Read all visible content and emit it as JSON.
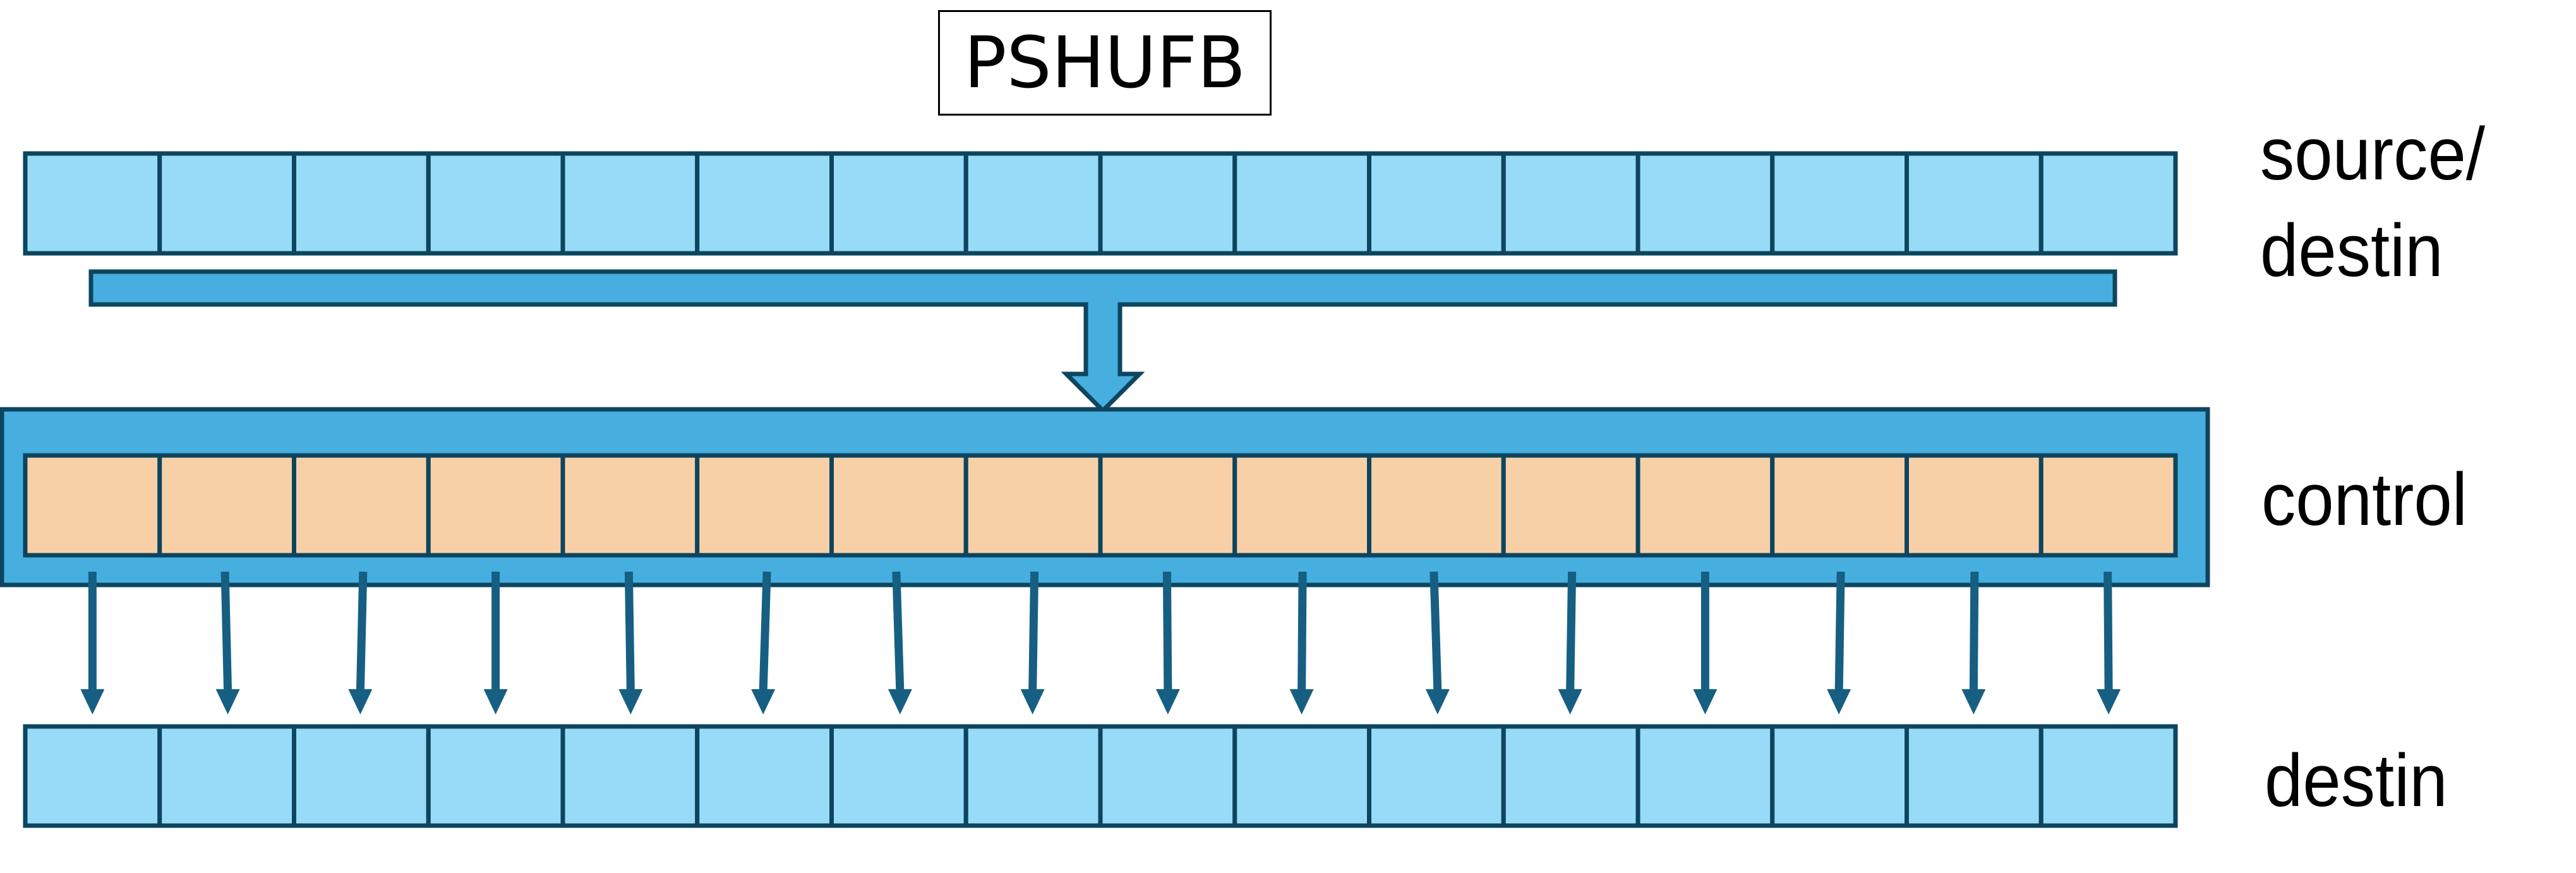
{
  "title": "PSHUFB",
  "labels": {
    "source_line1": "source/",
    "source_line2": "destin",
    "control": "control",
    "destin": "destin"
  },
  "registers": {
    "source": {
      "cell_count": 16
    },
    "control": {
      "cell_count": 16
    },
    "destination": {
      "cell_count": 16
    }
  },
  "arrows": {
    "lane_arrows": 16,
    "broadcast_arrow": 1
  },
  "colors": {
    "register_fill": "#97dbf7",
    "control_fill": "#f8d0a7",
    "bus_fill": "#46afe0",
    "outline": "#0d455f",
    "arrow": "#165f82",
    "text": "#000000"
  }
}
